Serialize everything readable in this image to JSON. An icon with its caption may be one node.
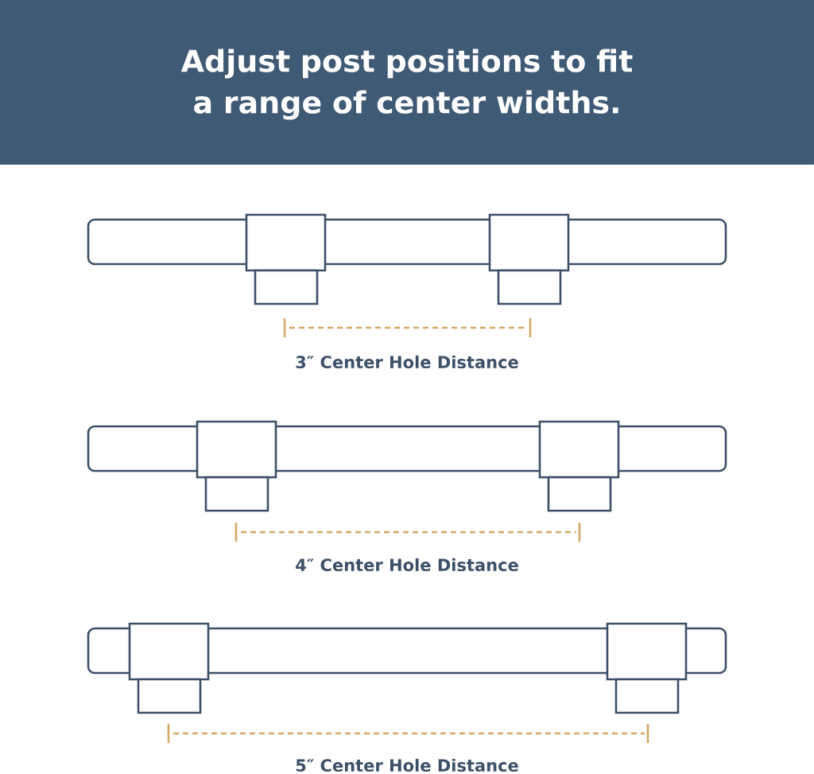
{
  "diagram": {
    "title": "Adjust post positions to fit a range of center widths.",
    "labels": [
      "3″ Center Hole Distance",
      "4″ Center Hole Distance",
      "5″ Center Hole Distance"
    ]
  }
}
